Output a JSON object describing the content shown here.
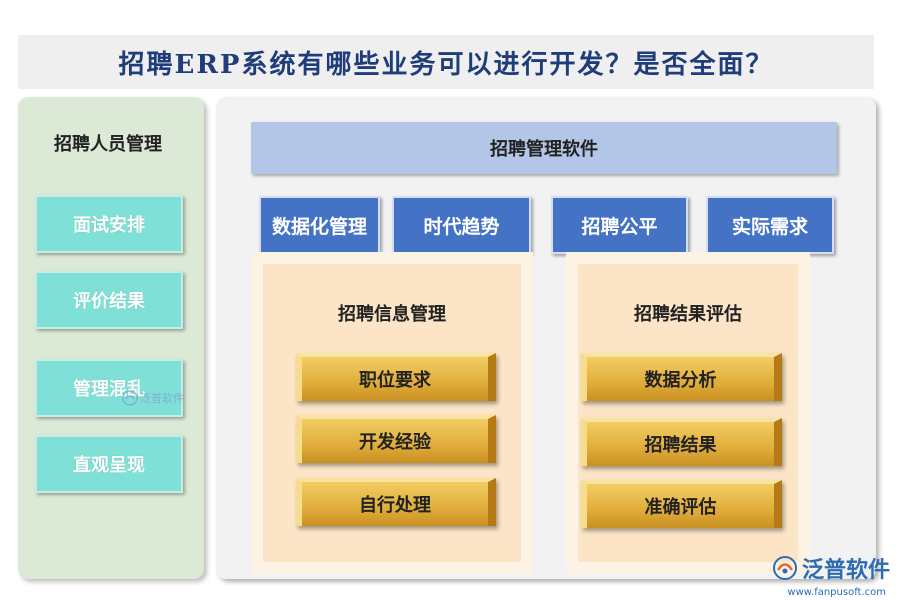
{
  "title": "招聘ERP系统有哪些业务可以进行开发？是否全面？",
  "left": {
    "heading": "招聘人员管理",
    "items": [
      "面试安排",
      "评价结果",
      "管理混乱",
      "直观呈现"
    ]
  },
  "main": {
    "software": "招聘管理软件",
    "features": [
      "数据化管理",
      "时代趋势",
      "招聘公平",
      "实际需求"
    ],
    "groups": [
      {
        "title": "招聘信息管理",
        "items": [
          "职位要求",
          "开发经验",
          "自行处理"
        ]
      },
      {
        "title": "招聘结果评估",
        "items": [
          "数据分析",
          "招聘结果",
          "准确评估"
        ]
      }
    ]
  },
  "watermark": {
    "center_text": "泛普软件",
    "brand": "泛普软件",
    "url": "www.fanpusoft.com"
  },
  "colors": {
    "title": "#1f3d7a",
    "teal": "#7ee0d6",
    "blue": "#4472c4",
    "soft_blue": "#b4c6e7",
    "gold": "#e0ad3a",
    "cream": "#fbe5c6"
  }
}
